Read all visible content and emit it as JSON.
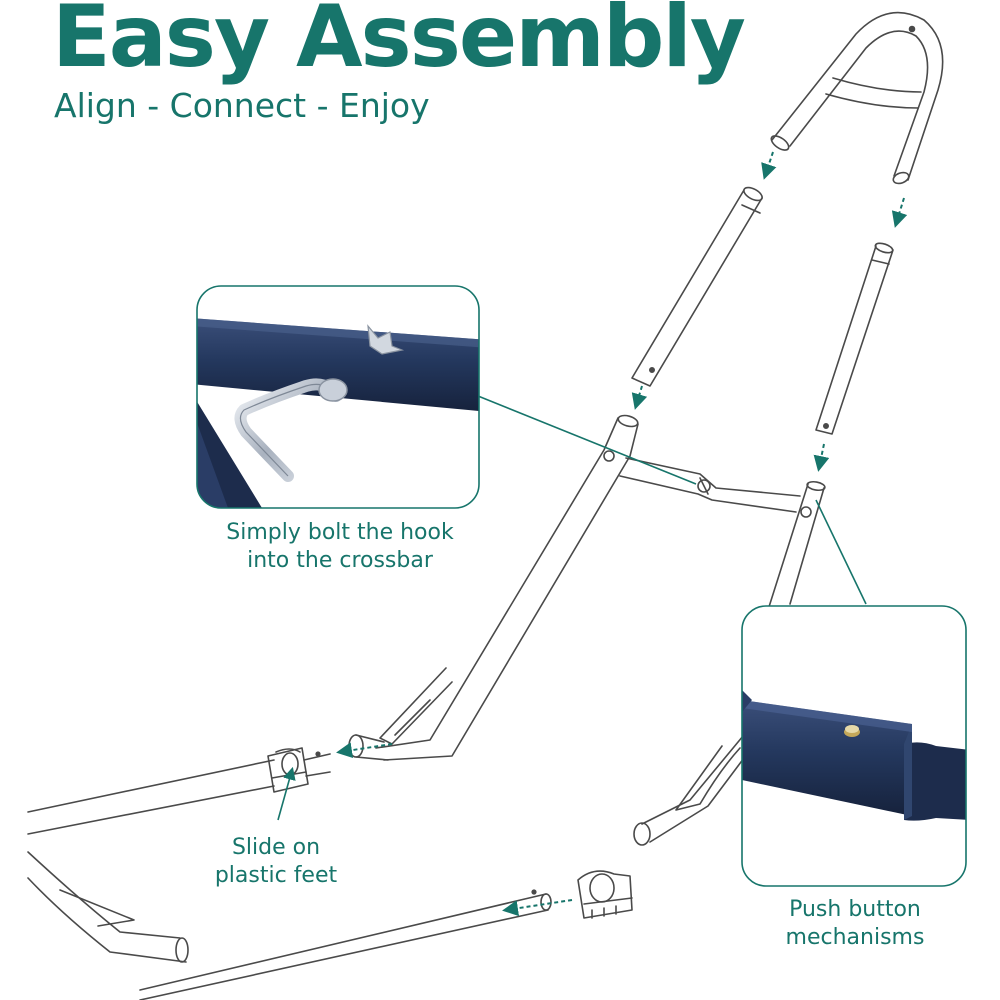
{
  "header": {
    "title": "Easy Assembly",
    "subtitle": "Align - Connect - Enjoy"
  },
  "callouts": {
    "hook": {
      "line1": "Simply bolt the hook",
      "line2": "into the crossbar"
    },
    "feet": {
      "line1": "Slide on",
      "line2": "plastic feet"
    },
    "button": {
      "line1": "Push button",
      "line2": "mechanisms"
    }
  },
  "colors": {
    "brand_teal": "#17756b",
    "frame_outline": "#4a4a4a",
    "tube_navy": "#23355a"
  }
}
